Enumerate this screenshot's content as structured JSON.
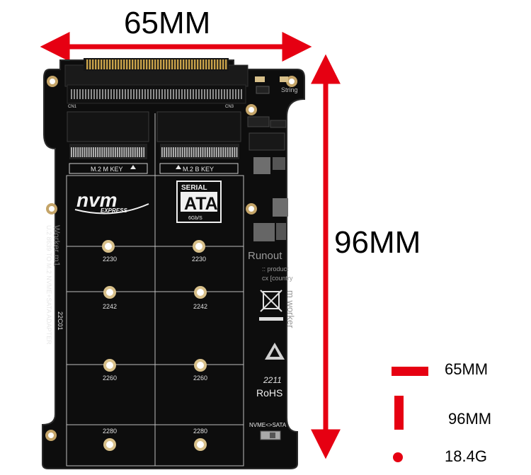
{
  "dimensions": {
    "width_label": "65MM",
    "height_label": "96MM"
  },
  "legend": {
    "items": [
      {
        "label": "65MM"
      },
      {
        "label": "96MM"
      },
      {
        "label": "18.4G"
      }
    ]
  },
  "colors": {
    "arrow": "#e60012",
    "board": "#0d0d0d",
    "gold": "#c9a24a",
    "silk": "#e8e8e8"
  },
  "board": {
    "connector_left": "CN1",
    "connector_right": "CN3",
    "slot_labels": [
      "M.2 M KEY",
      "M.2 B KEY"
    ],
    "nvm_logo": "nvm",
    "nvm_sub": "EXPRESS",
    "sata_logo_top": "SERIAL",
    "sata_logo_main": "ATA",
    "sata_logo_sub": "6Gb/S",
    "mount_labels": [
      "2230",
      "2242",
      "2260",
      "2280"
    ],
    "side_text": "U.2 8639 TO M.2 NVME+SATA ADAPTER",
    "model": "22C01",
    "switch_label": "NVME<>SATA",
    "rohs": "RoHS",
    "date_code": "2211",
    "string_label": "String"
  },
  "watermark": {
    "line1": "Runout",
    "line2": ":: product",
    "line3": "cx [country",
    "left_text": "Worker m1",
    "right_text": "m worker"
  }
}
